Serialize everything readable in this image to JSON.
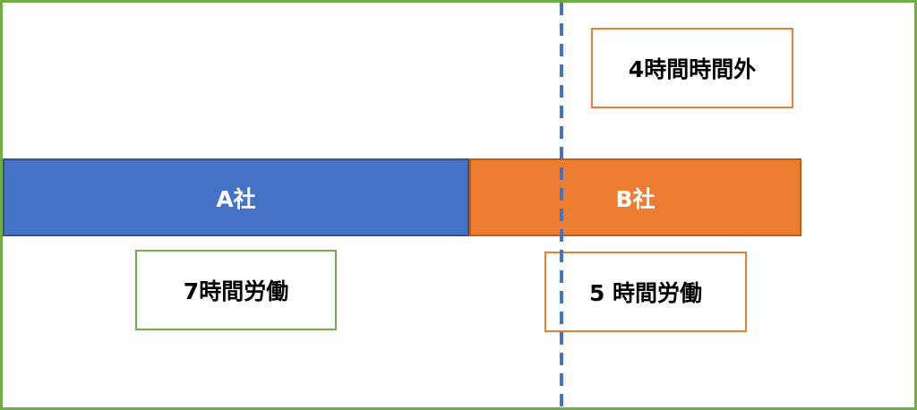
{
  "bars": {
    "company_a": {
      "label": "A社",
      "color": "#4472C4"
    },
    "company_b": {
      "label": "B社",
      "color": "#ED7D31"
    }
  },
  "boxes": {
    "overtime": {
      "text": "4時間時間外",
      "border_color": "#ED7D31"
    },
    "company_a_hours": {
      "text": "7時間労働",
      "border_color": "#70AD47"
    },
    "company_b_hours": {
      "text": "5 時間労働",
      "border_color": "#ED7D31"
    }
  },
  "boundary_line": {
    "style": "dashed",
    "color": "#4472C4"
  },
  "frame": {
    "border_color": "#70AD47"
  }
}
